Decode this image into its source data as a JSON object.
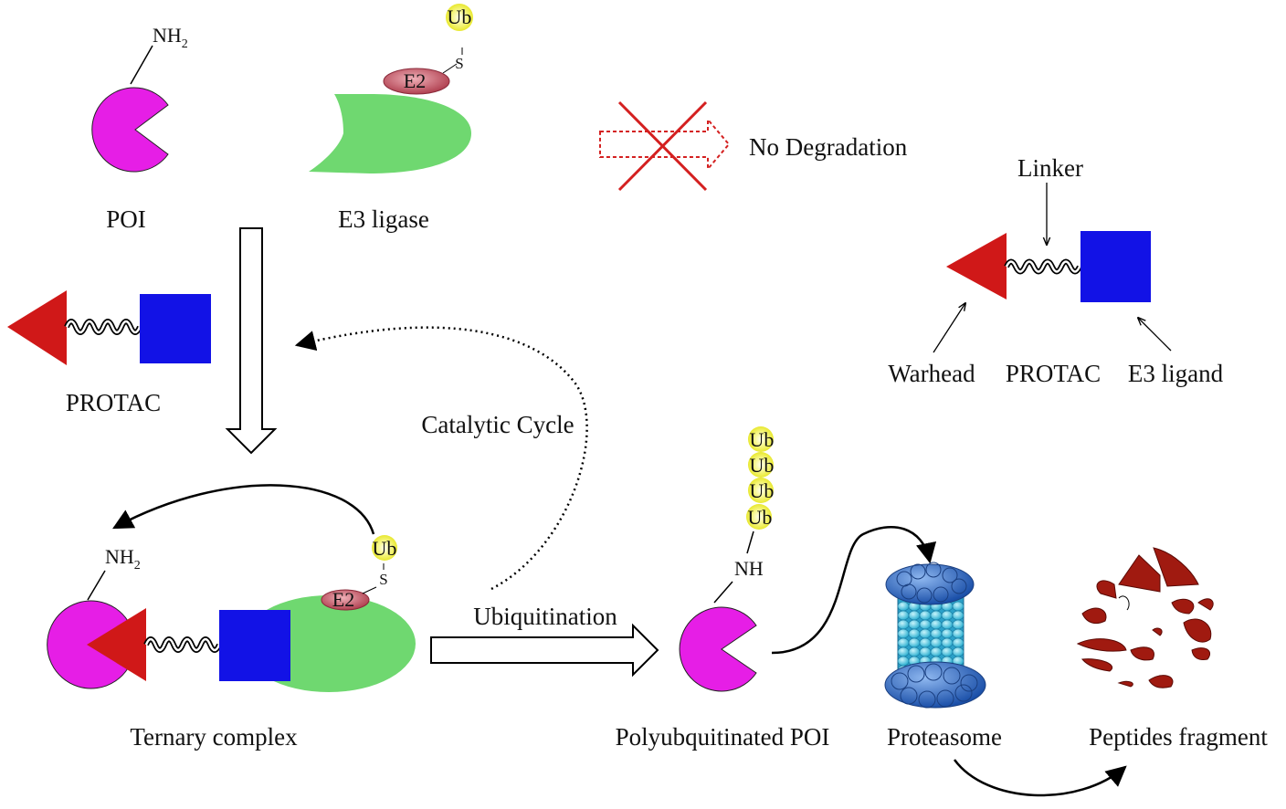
{
  "labels": {
    "poi": "POI",
    "e3_ligase": "E3 ligase",
    "protac": "PROTAC",
    "no_degradation": "No Degradation",
    "linker": "Linker",
    "warhead": "Warhead",
    "protac_legend": "PROTAC",
    "e3_ligand": "E3 ligand",
    "catalytic_cycle": "Catalytic Cycle",
    "ubiquitination": "Ubiquitination",
    "ternary_complex": "Ternary complex",
    "polyubiquitinated_poi": "Polyubquitinated POI",
    "proteasome": "Proteasome",
    "peptides_fragment": "Peptides fragment"
  },
  "chem": {
    "nh": "NH",
    "nh_sub": "2",
    "nh_plain": "NH",
    "s": "S",
    "ub": "Ub",
    "e2": "E2"
  },
  "colors": {
    "poi": "#e61ee6",
    "e3": "#6fd870",
    "warhead": "#d01818",
    "e3_ligand": "#1212e6",
    "e2": "#c05060",
    "ub": "#f3f34a",
    "no_degradation": "#d42020",
    "proteasome": "#2f86d6",
    "fragment": "#a01a10"
  }
}
